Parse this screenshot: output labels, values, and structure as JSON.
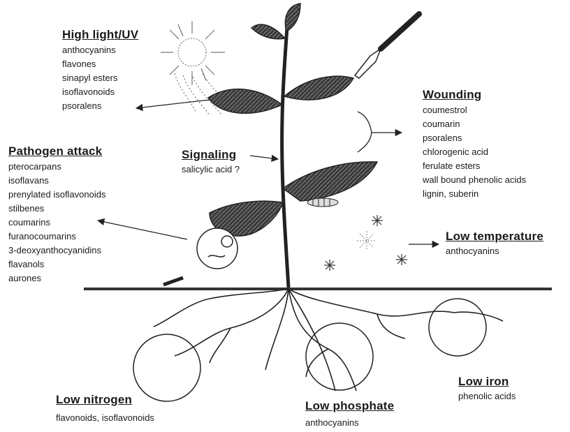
{
  "highlight": {
    "title": "High light/UV",
    "items": [
      "anthocyanins",
      "flavones",
      "sinapyl esters",
      "isoflavonoids",
      "psoralens"
    ]
  },
  "wounding": {
    "title": "Wounding",
    "items": [
      "coumestrol",
      "coumarin",
      "psoralens",
      "chlorogenic acid",
      "ferulate esters",
      "wall bound phenolic acids",
      "lignin, suberin"
    ]
  },
  "pathogen": {
    "title": "Pathogen attack",
    "items": [
      "pterocarpans",
      "isoflavans",
      "prenylated isoflavonoids",
      "stilbenes",
      "coumarins",
      "furanocoumarins",
      "3-deoxyanthocyanidins",
      "flavanols",
      "aurones"
    ]
  },
  "signaling": {
    "title": "Signaling",
    "text": "salicylic acid ?"
  },
  "lowtemp": {
    "title": "Low temperature",
    "text": "anthocyanins"
  },
  "lownitrogen": {
    "title": "Low nitrogen",
    "text": "flavonoids, isoflavonoids"
  },
  "lowphosphate": {
    "title": "Low phosphate",
    "text": "anthocyanins"
  },
  "lowiron": {
    "title": "Low iron",
    "text": "phenolic acids"
  }
}
